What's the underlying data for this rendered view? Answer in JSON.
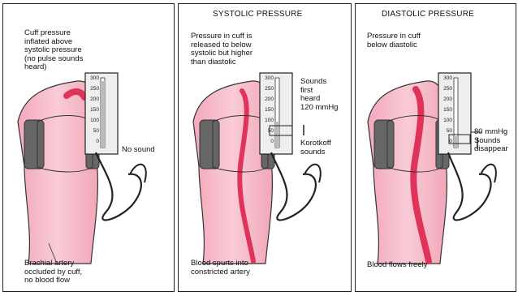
{
  "panels": [
    {
      "header": "",
      "top_text": "Cuff pressure\ninflated above\nsystolic pressure\n(no pulse sounds\nheard)",
      "side_text": "No sound",
      "bottom_text": "Brachial artery\noccluded by cuff,\nno blood flow",
      "gauge_ticks": [
        "300",
        "250",
        "200",
        "150",
        "100",
        "50",
        "0"
      ]
    },
    {
      "header": "SYSTOLIC PRESSURE",
      "top_text": "Pressure in cuff is\nreleased to below\nsystolic but higher\nthan diastolic",
      "side_text": "Sounds\nfirst\nheard\n120 mmHg",
      "side_text_2": "Korotkoff\nsounds",
      "bottom_text": "Blood spurts into\nconstricted artery",
      "gauge_ticks": [
        "300",
        "250",
        "200",
        "150",
        "100",
        "50",
        "0"
      ]
    },
    {
      "header": "DIASTOLIC PRESSURE",
      "top_text": "Pressure in cuff\nbelow diastolic",
      "side_text": "80 mmHg\nSounds\ndisappear",
      "bottom_text": "Blood flows freely",
      "gauge_ticks": [
        "300",
        "250",
        "200",
        "150",
        "100",
        "50",
        "0"
      ]
    }
  ],
  "colors": {
    "arm": "#f6b9c8",
    "arm_outline": "#333333",
    "artery": "#e0335a",
    "cuff": "#6b6b6b",
    "gauge": "#f0f0f0"
  }
}
